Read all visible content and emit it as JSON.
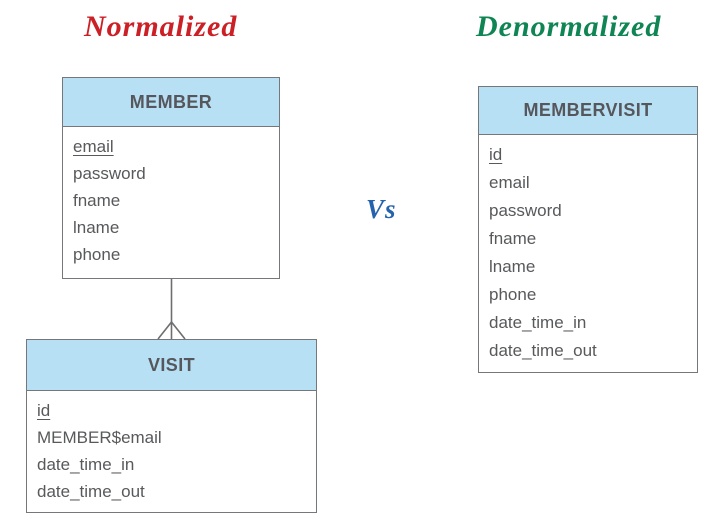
{
  "diagram": {
    "left_title": "Normalized",
    "right_title": "Denormalized",
    "versus": "Vs"
  },
  "tables": {
    "member": {
      "title": "MEMBER",
      "primary_key": "email",
      "fields": [
        "email",
        "password",
        "fname",
        "lname",
        "phone"
      ]
    },
    "visit": {
      "title": "VISIT",
      "primary_key": "id",
      "fields": [
        "id",
        "MEMBER$email",
        "date_time_in",
        "date_time_out"
      ]
    },
    "membervisit": {
      "title": "MEMBERVISIT",
      "primary_key": "id",
      "fields": [
        "id",
        "email",
        "password",
        "fname",
        "lname",
        "phone",
        "date_time_in",
        "date_time_out"
      ]
    }
  },
  "relationship": {
    "from": "MEMBER",
    "to": "VISIT",
    "notation": "one-to-many-crow-foot"
  },
  "colors": {
    "normalized_title": "#cb2026",
    "denormalized_title": "#0e8552",
    "versus_label": "#2563ad",
    "table_header_fill": "#b8e0f5",
    "table_border": "#76777a",
    "field_text": "#58595b"
  }
}
